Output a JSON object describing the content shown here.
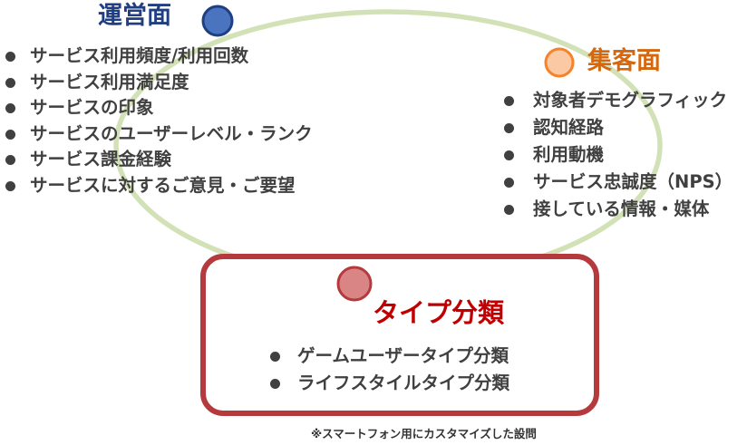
{
  "colors": {
    "loop": "#d2e2b6",
    "ops_accent": "#4a74bf",
    "ops_heading": "#1f3f82",
    "acq_accent": "#f6822a",
    "acq_heading": "#d5670f",
    "type_border": "#b53a3e",
    "type_heading": "#c00000",
    "type_dot_fill": "#d98585",
    "bullet_text": "#404040"
  },
  "operations": {
    "heading": "運営面",
    "items": [
      "サービス利用頻度/利用回数",
      "サービス利用満足度",
      "サービスの印象",
      "サービスのユーザーレベル・ランク",
      "サービス課金経験",
      "サービスに対するご意見・ご要望"
    ]
  },
  "acquisition": {
    "heading": "集客面",
    "items": [
      "対象者デモグラフィック",
      "認知経路",
      "利用動機",
      "サービス忠誠度（NPS）",
      "接している情報・媒体"
    ]
  },
  "type_classification": {
    "heading": "タイプ分類",
    "items": [
      "ゲームユーザータイプ分類",
      "ライフスタイルタイプ分類"
    ]
  },
  "footnote": "※スマートフォン用にカスタマイズした設問"
}
